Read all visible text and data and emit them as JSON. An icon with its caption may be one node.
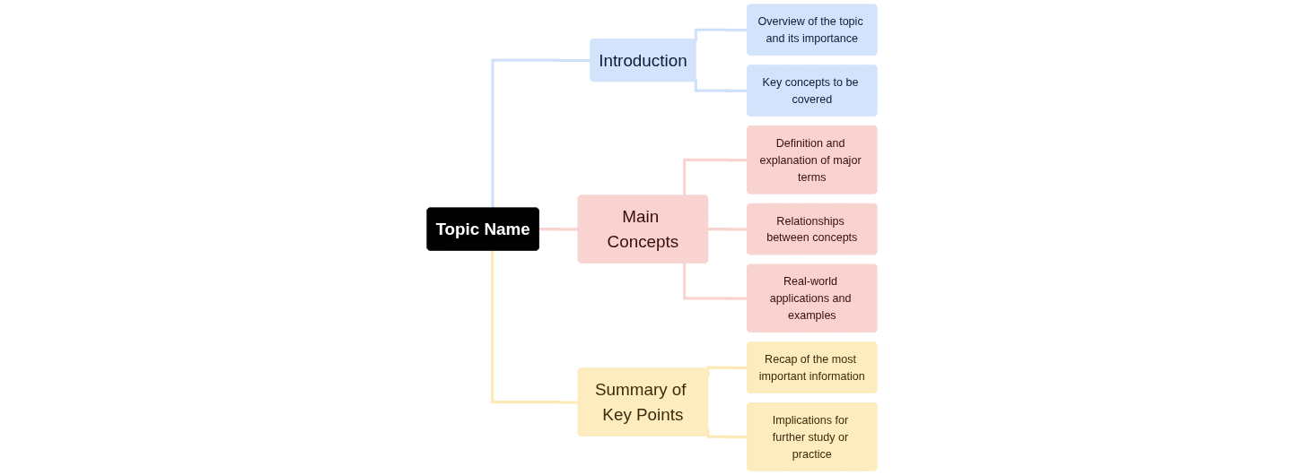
{
  "diagram": {
    "nodes": [
      {
        "text": [
          "Topic Name"
        ]
      },
      {
        "text": [
          "Introduction"
        ]
      },
      {
        "text": [
          "Overview of the topic and its importance"
        ]
      },
      {
        "text": [
          "Key concepts to be covered"
        ]
      },
      {
        "text": [
          "Main Concepts"
        ]
      },
      {
        "text": [
          "Definition and explanation of major terms"
        ]
      },
      {
        "text": [
          "Relationships between concepts"
        ]
      },
      {
        "text": [
          "Real-world applications and examples"
        ]
      },
      {
        "text": [
          "Summary of Key Points"
        ]
      },
      {
        "text": [
          "Recap of the most important information"
        ]
      },
      {
        "text": [
          "Implications for further study or practice"
        ]
      }
    ],
    "edges": [
      {
        "from": 0,
        "to": 1,
        "arrow": "none",
        "color": "#cfe0fb"
      },
      {
        "from": 1,
        "to": 2,
        "arrow": "none",
        "color": "#cfe0fb"
      },
      {
        "from": 1,
        "to": 3,
        "arrow": "none",
        "color": "#cfe0fb"
      },
      {
        "from": 0,
        "to": 4,
        "arrow": "none"
      },
      {
        "from": 4,
        "to": 5,
        "arrow": "none"
      },
      {
        "from": 4,
        "to": 6,
        "arrow": "none"
      },
      {
        "from": 4,
        "to": 7,
        "arrow": "none"
      },
      {
        "from": 0,
        "to": 8,
        "arrow": "none",
        "color": "#fde9b5"
      },
      {
        "from": 8,
        "to": 9,
        "arrow": "none",
        "color": "#fde9b5"
      },
      {
        "from": 8,
        "to": 10,
        "arrow": "none",
        "color": "#fde9b5"
      }
    ]
  }
}
